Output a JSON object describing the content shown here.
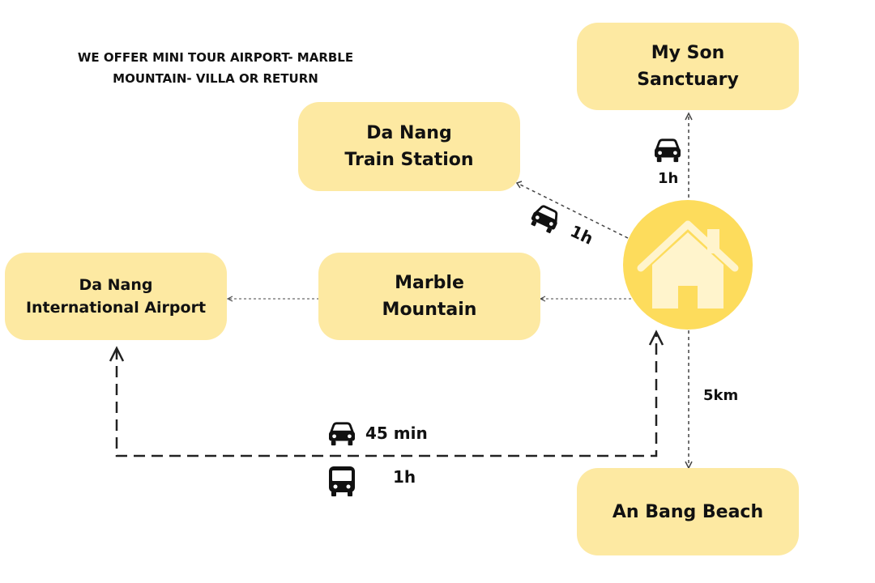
{
  "note": {
    "line1": "WE OFFER MINI TOUR AIRPORT- MARBLE",
    "line2": "MOUNTAIN- VILLA OR RETURN"
  },
  "places": {
    "my_son": {
      "line1": "My Son",
      "line2": "Sanctuary"
    },
    "train_station": {
      "line1": "Da Nang",
      "line2": "Train Station"
    },
    "airport": {
      "line1": "Da Nang",
      "line2": "International Airport"
    },
    "marble_mountain": {
      "line1": "Marble",
      "line2": "Mountain"
    },
    "an_bang": {
      "line1": "An Bang Beach"
    }
  },
  "times": {
    "to_my_son": "1h",
    "to_train_station": "1h",
    "to_an_bang": "5km",
    "airport_by_car": "45 min",
    "airport_by_bus": "1h"
  },
  "icons": {
    "home": "house-icon",
    "car": "car-icon",
    "bus": "bus-icon"
  },
  "colors": {
    "box_fill": "#fde9a2",
    "home_fill": "#fddc5c",
    "house_glyph": "#fff4cc",
    "line": "#444444"
  }
}
